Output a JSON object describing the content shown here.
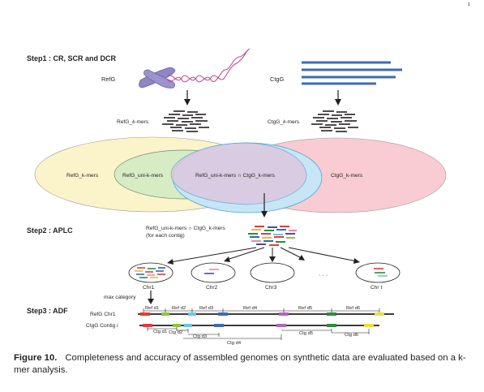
{
  "header": {
    "page_number": "1"
  },
  "steps": {
    "step1": "Step1 : CR, SCR and DCR",
    "step2": "Step2 : APLC",
    "step3": "Step3 : ADF"
  },
  "genomes": {
    "ref": "RefG",
    "ctg": "CtgG"
  },
  "kmers": {
    "ref_prefix": "RefG_",
    "ctg_prefix": "CtgG_",
    "kmer_word": "k",
    "mers_suffix": "-mers",
    "ref_label": "RefG_k-mers",
    "ctg_label": "CtgG_k-mers"
  },
  "venn": {
    "left": "RefG_k-mers",
    "uni": "RefG_uni-k-mers",
    "intersection": "RefG_uni-k-mers ∩ CtgG_k-mers",
    "right": "CtgG_k-mers"
  },
  "aplc": {
    "line1": "RefG_uni-k-mers ∩ CtgG_k-mers",
    "line2": "(for each contig)"
  },
  "chromosomes": [
    "Chr1",
    "Chr2",
    "Chr3",
    "Chr t"
  ],
  "ellipsis": "· · ·",
  "max_category": "max category",
  "adf": {
    "ref_label": "RefG Chr1",
    "ctg_label": "CtgG Contig i",
    "ref_segments": [
      "Ref d1",
      "Ref d2",
      "Ref d3",
      "Ref d4",
      "Ref d5",
      "Ref d6"
    ],
    "ctg_segments": [
      "Ctg d1",
      "Ctg d2",
      "Ctg d3",
      "Ctg d4",
      "Ctg d5",
      "Ctg d6"
    ]
  },
  "caption": {
    "label": "Figure 10.",
    "text": "Completeness and accuracy of assembled genomes on synthetic data are evaluated based on a k-mer analysis."
  },
  "colors": {
    "venn_left": "#fbf3c9",
    "venn_right": "#f9cbd2",
    "venn_uni": "#d7ebc5",
    "venn_blue": "#c7e6f5",
    "venn_intersection": "#ddc7de",
    "ctg_bar": "#3f6ab4",
    "chromosome": "#8f86c4",
    "dna": "#c33f86"
  }
}
